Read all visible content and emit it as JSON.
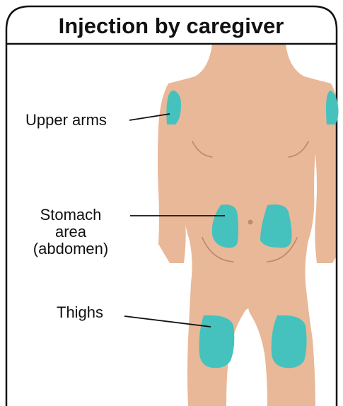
{
  "title": "Injection by caregiver",
  "labels": {
    "upper_arms": "Upper arms",
    "stomach_line1": "Stomach",
    "stomach_line2": "area",
    "stomach_line3": "(abdomen)",
    "thighs": "Thighs"
  },
  "colors": {
    "frame": "#111111",
    "skin": "#e8b898",
    "skin_line": "#b88a6c",
    "injection_site": "#45c2bd",
    "navel": "#c48b68"
  }
}
